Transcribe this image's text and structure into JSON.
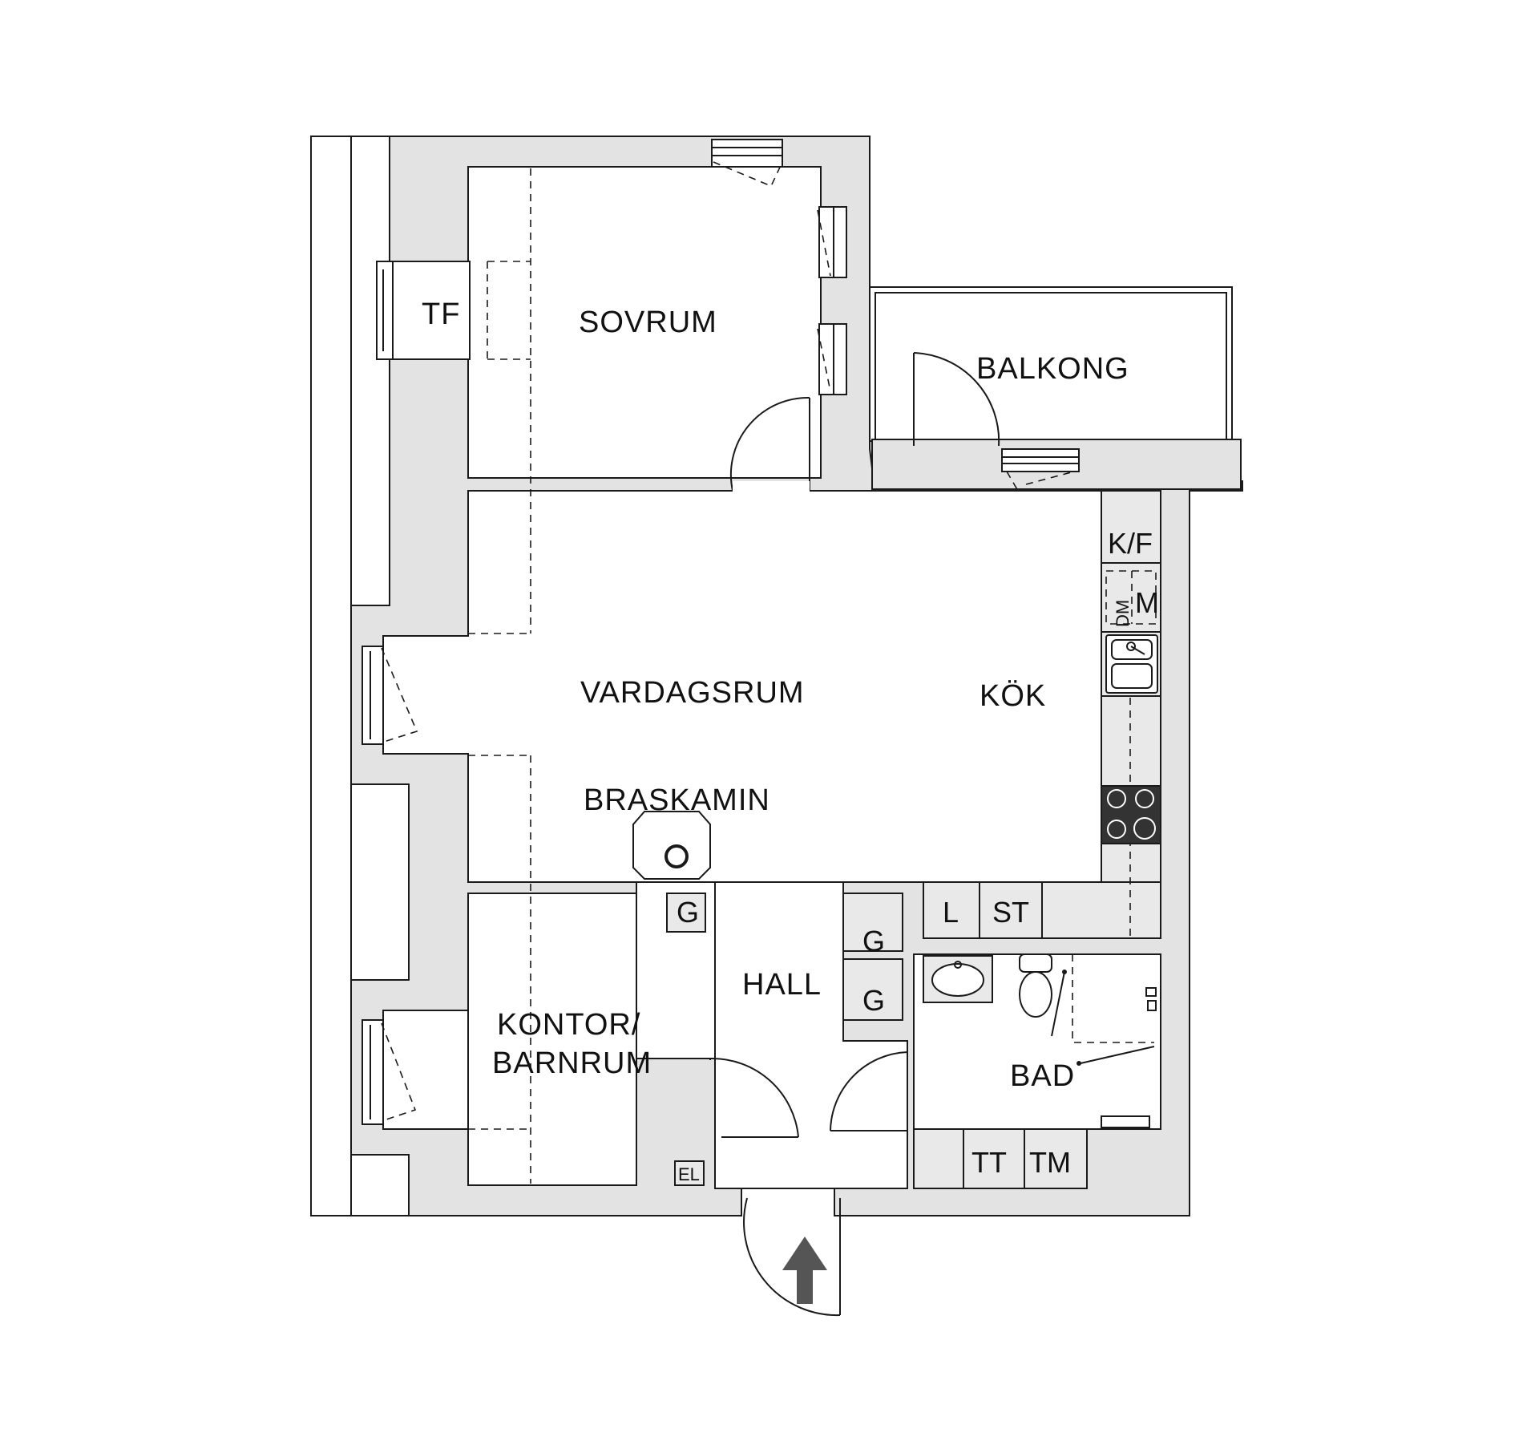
{
  "rooms": {
    "sovrum": "SOVRUM",
    "tf": "TF",
    "balkong": "BALKONG",
    "vardagsrum": "VARDAGSRUM",
    "kok": "KÖK",
    "braskamin": "BRASKAMIN",
    "hall": "HALL",
    "kontor_line1": "KONTOR/",
    "kontor_line2": "BARNRUM",
    "bad": "BAD"
  },
  "fixtures": {
    "kf": "K/F",
    "dm": "DM",
    "m": "M",
    "g_hall": "G",
    "g_closet_top": "G",
    "g_closet_bottom": "G",
    "l": "L",
    "st": "ST",
    "tt": "TT",
    "tm": "TM",
    "el": "EL"
  },
  "icons": [
    "entrance-arrow-icon",
    "fireplace-icon",
    "stove-icon",
    "sink-icon",
    "toilet-icon",
    "washbasin-icon",
    "shower-icon"
  ],
  "colors": {
    "wall": "#e3e3e3",
    "line": "#1a1a1a",
    "stove": "#333333",
    "arrow": "#555555"
  }
}
